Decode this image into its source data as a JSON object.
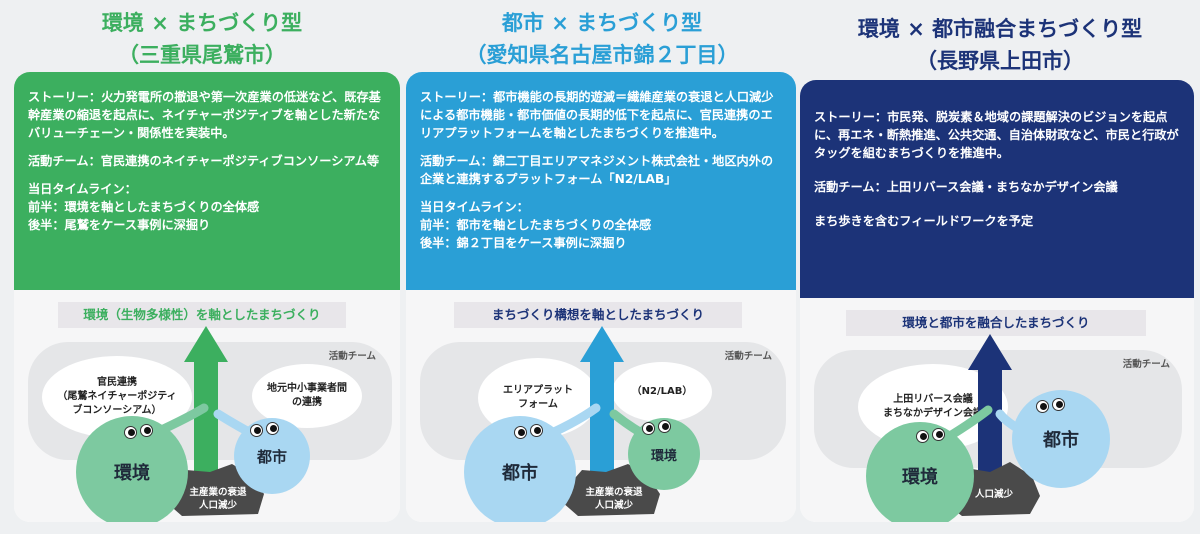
{
  "panels": [
    {
      "title_line1": "環境 × まちづくり型",
      "title_line2": "（三重県尾鷲市）",
      "story": "ストーリー：火力発電所の撤退や第一次産業の低迷など、既存基幹産業の縮退を起点に、ネイチャーポジティブを軸とした新たなバリューチェーン・関係性を実装中。",
      "team": "活動チーム：官民連携のネイチャーポジティブコンソーシアム等",
      "timeline_head": "当日タイムライン：",
      "timeline_first": "前半：環境を軸としたまちづくりの全体感",
      "timeline_second": "後半：尾鷲をケース事例に深掘り",
      "axis_label": "環境（生物多様性）を軸としたまちづくり",
      "team_tag": "活動チーム",
      "bubble_a": "官民連携\n（尾鷲ネイチャーポジティ\nブコンソーシアム）",
      "bubble_b": "地元中小事業者間\nの連携",
      "big_circle": "環境",
      "small_circle": "都市",
      "rock_text": "主産業の衰退\n人口減少"
    },
    {
      "title_line1": "都市 × まちづくり型",
      "title_line2": "（愛知県名古屋市錦２丁目）",
      "story": "ストーリー：都市機能の長期的遊滅＝繊維産業の衰退と人口減少による都市機能・都市価値の長期的低下を起点に、官民連携のエリアプラットフォームを軸としたまちづくりを推進中。",
      "team": "活動チーム：錦二丁目エリアマネジメント株式会社・地区内外の企業と連携するプラットフォーム「N2/LAB」",
      "timeline_head": "当日タイムライン：",
      "timeline_first": "前半：都市を軸としたまちづくりの全体感",
      "timeline_second": "後半：錦２丁目をケース事例に深掘り",
      "axis_label": "まちづくり構想を軸としたまちづくり",
      "team_tag": "活動チーム",
      "bubble_a": "エリアプラット\nフォーム",
      "bubble_b": "（N2/LAB）",
      "big_circle": "都市",
      "small_circle": "環境",
      "rock_text": "主産業の衰退\n人口減少"
    },
    {
      "title_line1": "環境 × 都市融合まちづくり型",
      "title_line2": "（長野県上田市）",
      "story": "ストーリー：市民発、脱炭素＆地域の課題解決のビジョンを起点に、再エネ・断熱推進、公共交通、自治体財政など、市民と行政がタッグを組むまちづくりを推進中。",
      "team": "活動チーム：上田リバース会議・まちなかデザイン会議",
      "note": "まち歩きを含むフィールドワークを予定",
      "axis_label": "環境と都市を融合したまちづくり",
      "team_tag": "活動チーム",
      "bubble_a": "上田リバース会議\nまちなかデザイン会議",
      "big_circle": "環境",
      "small_circle": "都市",
      "rock_text": "人口減少"
    }
  ],
  "colors": {
    "green": "#3caf5f",
    "sky": "#2a9fd6",
    "navy": "#1c3378",
    "circle_green": "#7dc9a0",
    "circle_blue": "#a9d7f2",
    "rock": "#4a4a4a"
  }
}
